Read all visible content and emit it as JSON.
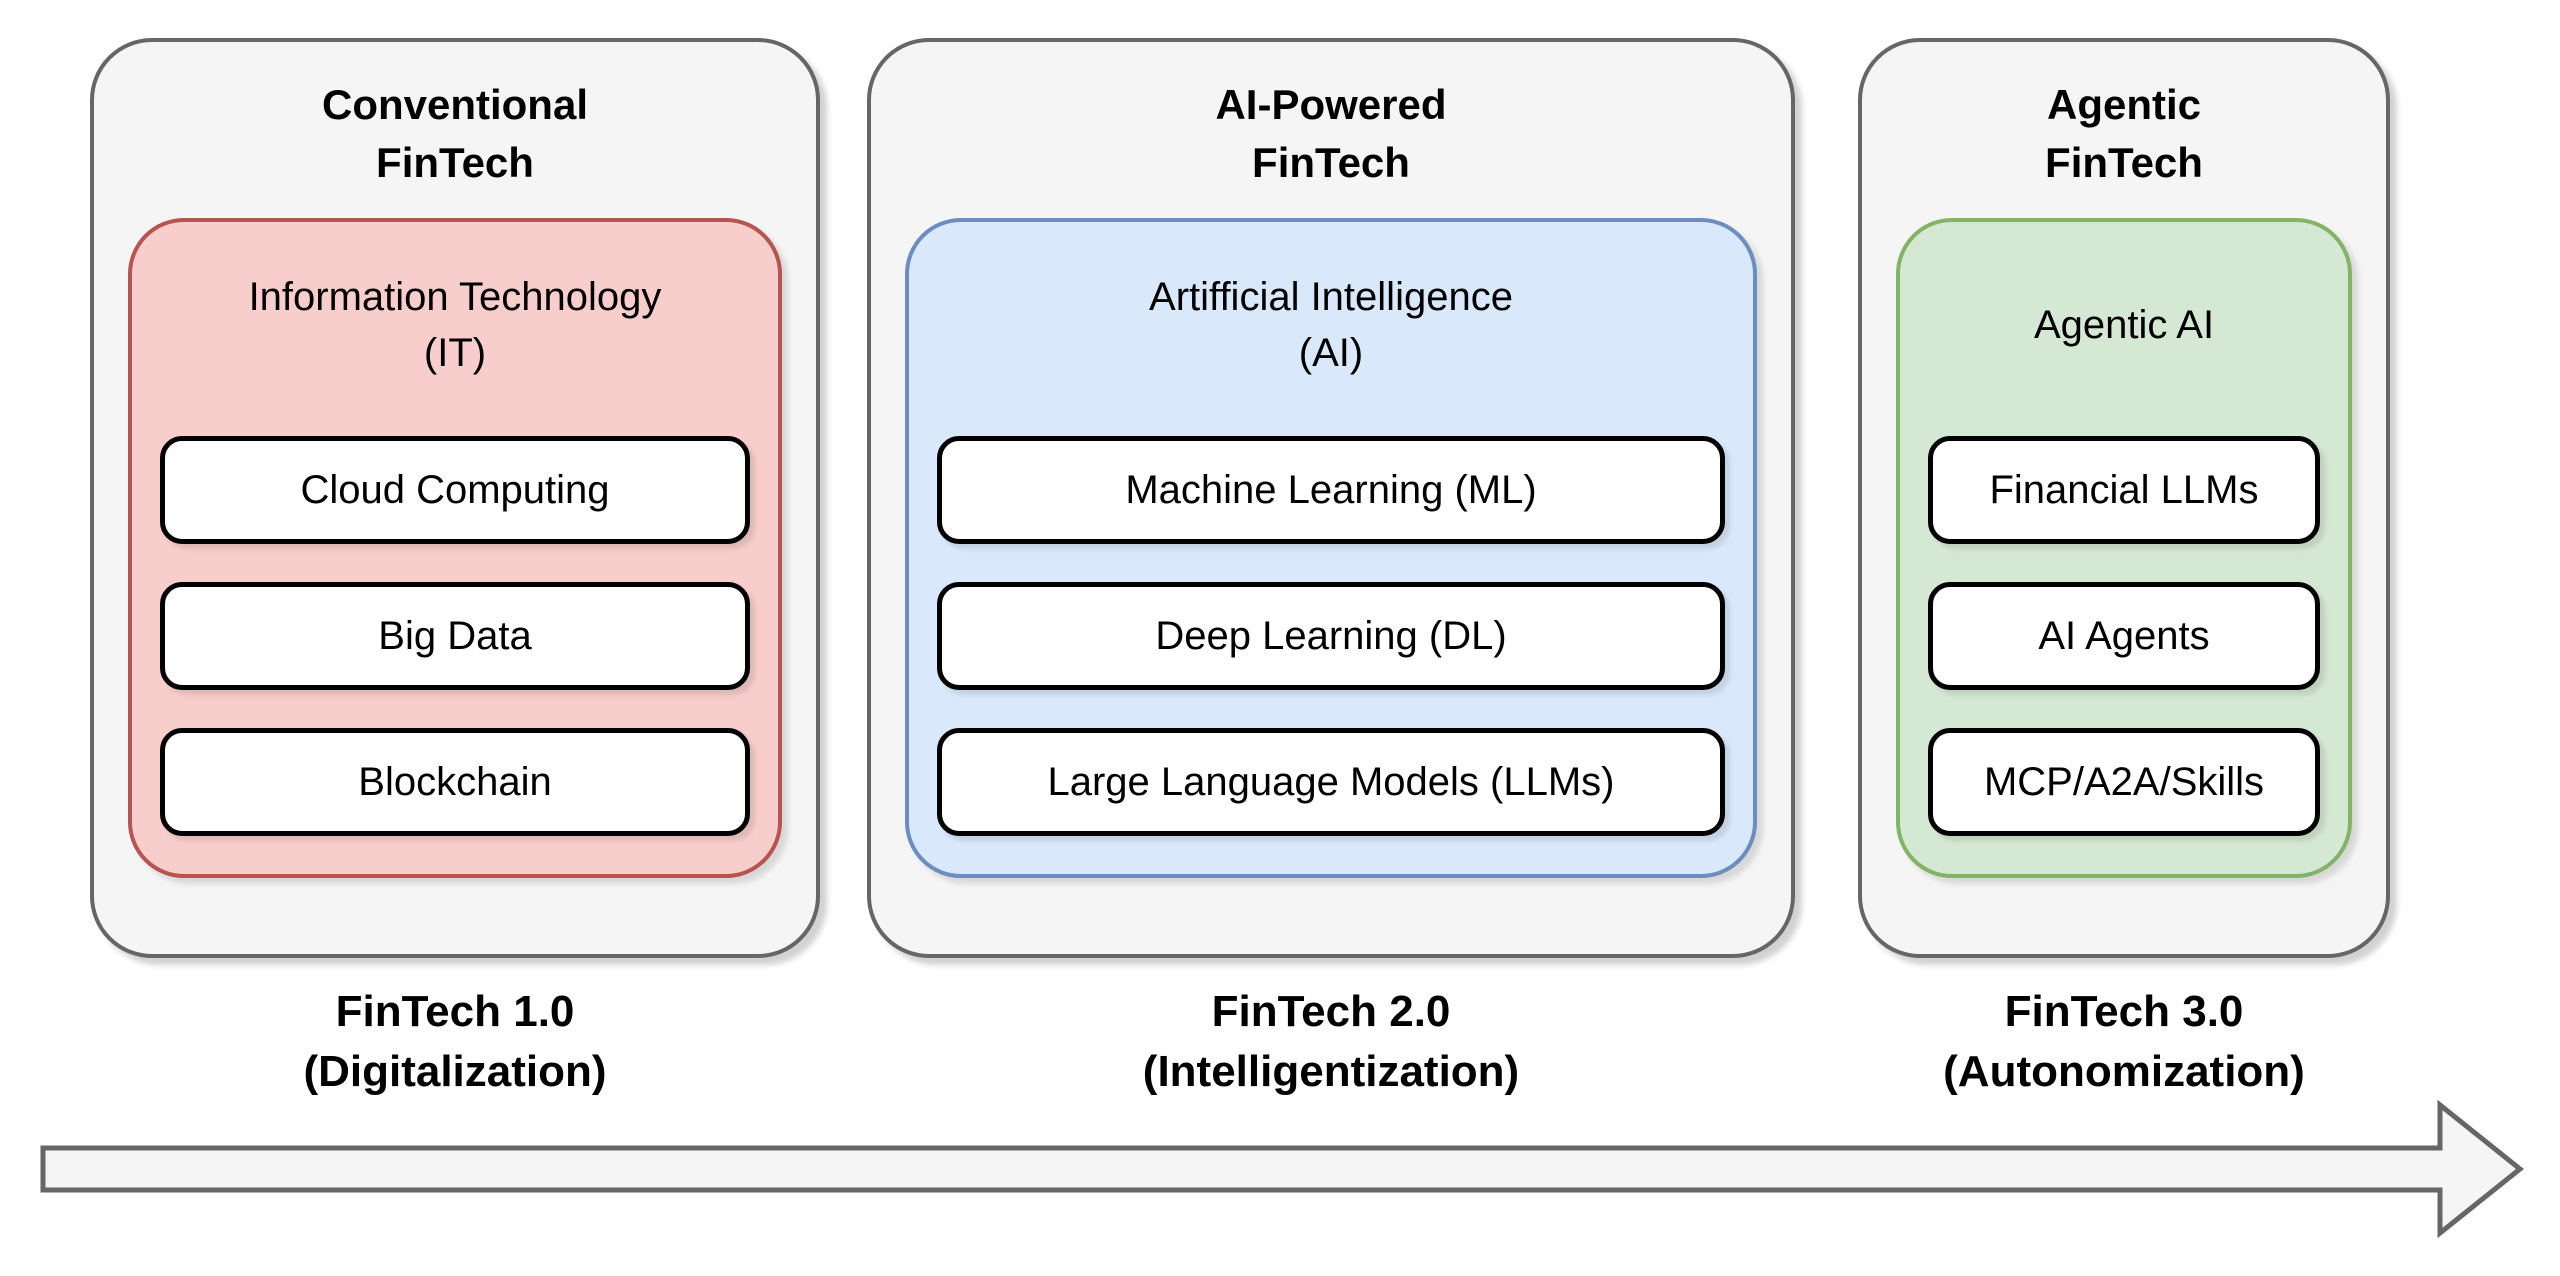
{
  "colors": {
    "panel_fill": "#f5f5f5",
    "panel_stroke": "#666666",
    "item_fill": "#ffffff",
    "item_stroke": "#000000",
    "arrow_fill": "#f5f5f5",
    "arrow_stroke": "#666666",
    "text": "#000000"
  },
  "arrow": {
    "fill": "#f5f5f5",
    "stroke": "#666666"
  },
  "panels": [
    {
      "title_line1": "Conventional",
      "title_line2": "FinTech",
      "group": {
        "label_line1": "Information Technology",
        "label_line2": "(IT)",
        "fill": "#f8cecc",
        "stroke": "#b85450",
        "items": [
          "Cloud Computing",
          "Big Data",
          "Blockchain"
        ]
      },
      "stage_line1": "FinTech 1.0",
      "stage_line2": "(Digitalization)"
    },
    {
      "title_line1": "AI-Powered",
      "title_line2": "FinTech",
      "group": {
        "label_line1": "Artifficial Intelligence",
        "label_line2": "(AI)",
        "fill": "#dae8fc",
        "stroke": "#6c8ebf",
        "items": [
          "Machine Learning (ML)",
          "Deep Learning (DL)",
          "Large Language Models (LLMs)"
        ]
      },
      "stage_line1": "FinTech 2.0",
      "stage_line2": "(Intelligentization)"
    },
    {
      "title_line1": "Agentic",
      "title_line2": "FinTech",
      "group": {
        "label_line1": "Agentic AI",
        "label_line2": "",
        "fill": "#d5e8d4",
        "stroke": "#82b366",
        "items": [
          "Financial LLMs",
          "AI Agents",
          "MCP/A2A/Skills"
        ]
      },
      "stage_line1": "FinTech 3.0",
      "stage_line2": "(Autonomization)"
    }
  ]
}
